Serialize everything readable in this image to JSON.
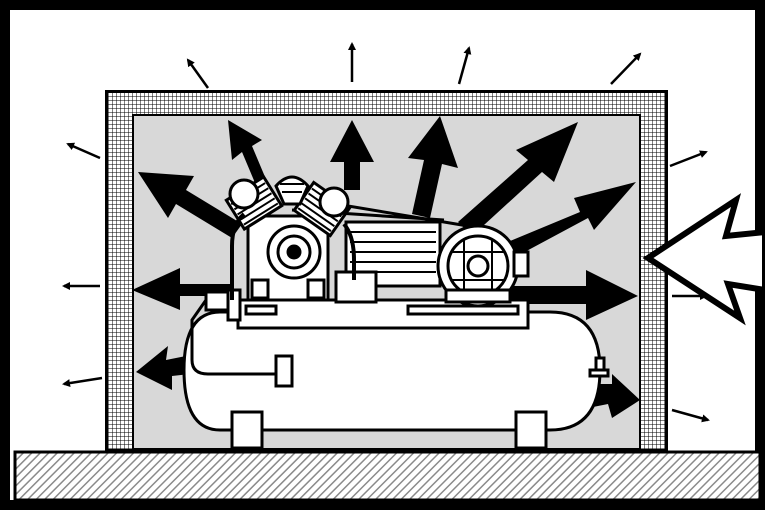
{
  "figure": {
    "subject": "air-compressor-in-sound-enclosure",
    "colors": {
      "frame": "#000000",
      "background": "#ffffff",
      "enclosure_interior": "#d8d8d8",
      "insulation_grid": "#000000",
      "arrow_fill": "#000000",
      "floor_hatch": "#9a9a9a",
      "equipment_fill": "#ffffff"
    },
    "icons": {
      "internal_noise_arrows": "heavy-arrow-icon",
      "leaked_noise_arrows": "thin-arrow-icon",
      "incoming_arrow": "hollow-arrow-icon"
    },
    "internal_arrow_count": 10,
    "leaked_arrow_count": 9
  }
}
